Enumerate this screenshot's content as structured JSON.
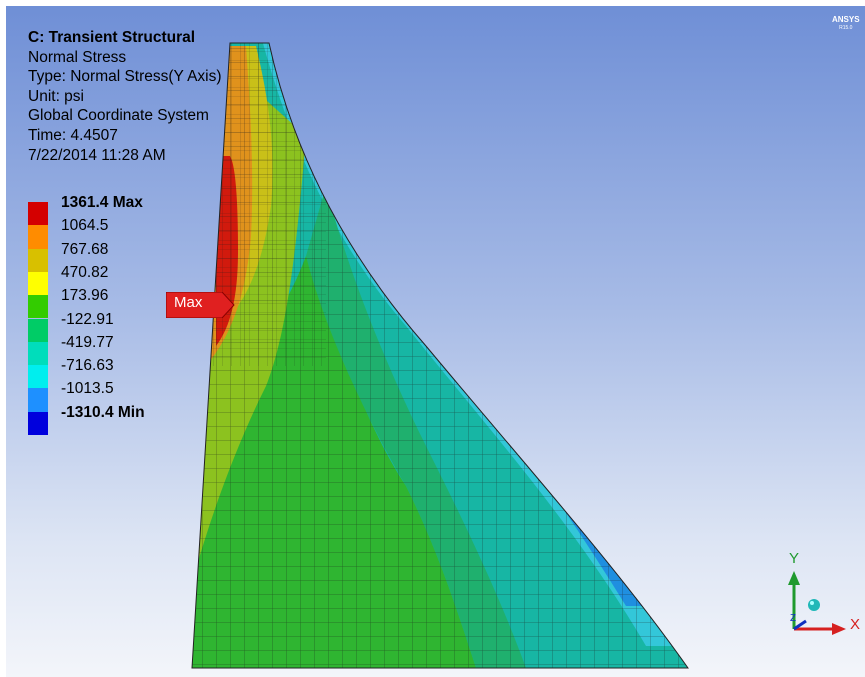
{
  "info": {
    "title": "C: Transient Structural",
    "result": "Normal Stress",
    "type": "Type: Normal Stress(Y Axis)",
    "unit": "Unit: psi",
    "coord": "Global Coordinate System",
    "time": "Time: 4.4507",
    "timestamp": "7/22/2014 11:28 AM"
  },
  "legend": [
    {
      "label": "1361.4 Max",
      "color": "#d40000",
      "bold": true
    },
    {
      "label": "1064.5",
      "color": "#ff8c00",
      "bold": false
    },
    {
      "label": "767.68",
      "color": "#d8c000",
      "bold": false
    },
    {
      "label": "470.82",
      "color": "#ffff00",
      "bold": false
    },
    {
      "label": "173.96",
      "color": "#33cc00",
      "bold": false
    },
    {
      "label": "-122.91",
      "color": "#00cc66",
      "bold": false
    },
    {
      "label": "-419.77",
      "color": "#00ddbb",
      "bold": false
    },
    {
      "label": "-716.63",
      "color": "#00eeee",
      "bold": false
    },
    {
      "label": "-1013.5",
      "color": "#1e90ff",
      "bold": false
    },
    {
      "label": "-1310.4 Min",
      "color": "#0000dd",
      "bold": true
    }
  ],
  "max_tag": "Max",
  "brand": {
    "name": "ANSYS",
    "version": "R15.0"
  },
  "triad": {
    "y": "Y",
    "x": "X",
    "z": "Z"
  },
  "colors": {
    "max_tag": "#e02020",
    "y_axis": "#1f9a2e",
    "x_axis": "#d62020",
    "z_axis": "#1030c0",
    "origin_ball": "#20b8b8"
  }
}
